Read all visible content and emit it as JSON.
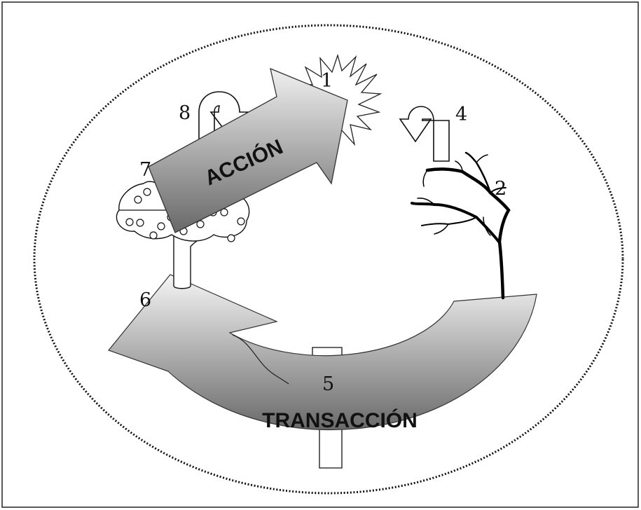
{
  "labels": {
    "n1": "1",
    "n2": "2",
    "n4": "4",
    "n5": "5",
    "n6": "6",
    "n7": "7",
    "n8": "8"
  },
  "arrows": {
    "accion": "ACCIÓN",
    "transaccion": "TRANSACCIÓN"
  },
  "colors": {
    "arrow_light": "#f2f2f2",
    "arrow_dark": "#707070",
    "stroke": "#111111"
  },
  "icons": [
    "sun-icon",
    "bare-tree-icon",
    "apple-tree-icon",
    "cross-icon",
    "return-arrow-icon"
  ]
}
